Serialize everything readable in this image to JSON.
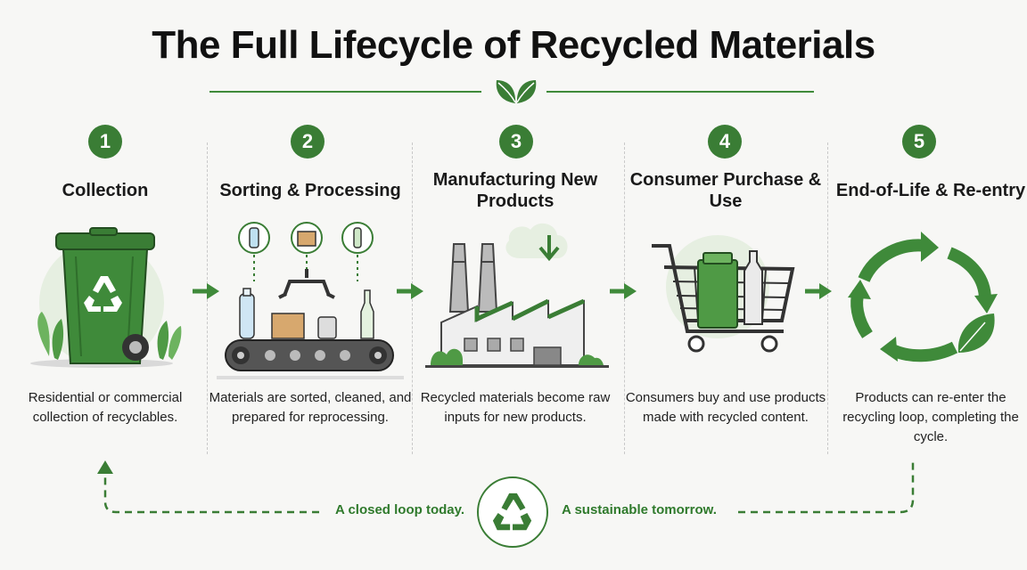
{
  "title": "The Full Lifecycle of Recycled Materials",
  "steps": [
    {
      "number": "1",
      "title": "Collection",
      "description": "Residential or commercial collection of recyclables."
    },
    {
      "number": "2",
      "title": "Sorting & Processing",
      "description": "Materials are sorted, cleaned, and prepared for reprocessing."
    },
    {
      "number": "3",
      "title": "Manufacturing New Products",
      "description": "Recycled materials become raw inputs for new products."
    },
    {
      "number": "4",
      "title": "Consumer Purchase & Use",
      "description": "Consumers buy and use products made with recycled content."
    },
    {
      "number": "5",
      "title": "End-of-Life & Re-entry",
      "description": "Products can re-enter the recycling loop, completing the cycle."
    }
  ],
  "footer": {
    "left_tagline": "A closed loop today.",
    "right_tagline": "A sustainable tomorrow."
  },
  "colors": {
    "primary_green": "#3a7d35",
    "light_green": "#6db35f",
    "background": "#f7f7f5"
  },
  "icons": [
    "leaf-icon",
    "recycle-bin-icon",
    "conveyor-icon",
    "factory-icon",
    "shopping-cart-icon",
    "cycle-arrows-icon",
    "recycle-icon"
  ]
}
